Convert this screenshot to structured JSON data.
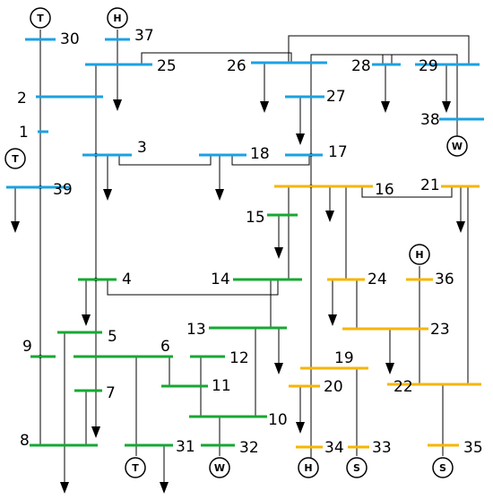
{
  "colors": {
    "blue": "#1ba1e2",
    "yellow": "#f7b500",
    "green": "#16a832",
    "line": "#000000"
  },
  "buses": [
    {
      "id": "b30",
      "label": "30",
      "color": "blue"
    },
    {
      "id": "b37",
      "label": "37",
      "color": "blue"
    },
    {
      "id": "b25",
      "label": "25",
      "color": "blue"
    },
    {
      "id": "b26",
      "label": "26",
      "color": "blue"
    },
    {
      "id": "b28",
      "label": "28",
      "color": "blue"
    },
    {
      "id": "b29",
      "label": "29",
      "color": "blue"
    },
    {
      "id": "b2",
      "label": "2",
      "color": "blue"
    },
    {
      "id": "b27",
      "label": "27",
      "color": "blue"
    },
    {
      "id": "b1",
      "label": "1",
      "color": "blue"
    },
    {
      "id": "b38",
      "label": "38",
      "color": "blue"
    },
    {
      "id": "b3",
      "label": "3",
      "color": "blue"
    },
    {
      "id": "b18",
      "label": "18",
      "color": "blue"
    },
    {
      "id": "b17",
      "label": "17",
      "color": "blue"
    },
    {
      "id": "b39",
      "label": "39",
      "color": "blue"
    },
    {
      "id": "b16",
      "label": "16",
      "color": "yellow"
    },
    {
      "id": "b21",
      "label": "21",
      "color": "yellow"
    },
    {
      "id": "b15",
      "label": "15",
      "color": "green"
    },
    {
      "id": "b4",
      "label": "4",
      "color": "green"
    },
    {
      "id": "b14",
      "label": "14",
      "color": "green"
    },
    {
      "id": "b24",
      "label": "24",
      "color": "yellow"
    },
    {
      "id": "b36",
      "label": "36",
      "color": "yellow"
    },
    {
      "id": "b23",
      "label": "23",
      "color": "yellow"
    },
    {
      "id": "b5",
      "label": "5",
      "color": "green"
    },
    {
      "id": "b13",
      "label": "13",
      "color": "green"
    },
    {
      "id": "b9",
      "label": "9",
      "color": "green"
    },
    {
      "id": "b6",
      "label": "6",
      "color": "green"
    },
    {
      "id": "b12",
      "label": "12",
      "color": "green"
    },
    {
      "id": "b19",
      "label": "19",
      "color": "yellow"
    },
    {
      "id": "b7",
      "label": "7",
      "color": "green"
    },
    {
      "id": "b11",
      "label": "11",
      "color": "green"
    },
    {
      "id": "b20",
      "label": "20",
      "color": "yellow"
    },
    {
      "id": "b22",
      "label": "22",
      "color": "yellow"
    },
    {
      "id": "b10",
      "label": "10",
      "color": "green"
    },
    {
      "id": "b8",
      "label": "8",
      "color": "green"
    },
    {
      "id": "b31",
      "label": "31",
      "color": "green"
    },
    {
      "id": "b32",
      "label": "32",
      "color": "green"
    },
    {
      "id": "b34",
      "label": "34",
      "color": "yellow"
    },
    {
      "id": "b33",
      "label": "33",
      "color": "yellow"
    },
    {
      "id": "b35",
      "label": "35",
      "color": "yellow"
    }
  ],
  "generators": [
    {
      "id": "g30",
      "symbol": "T",
      "type": "thermal-generator-icon"
    },
    {
      "id": "g37",
      "symbol": "H",
      "type": "hydro-generator-icon"
    },
    {
      "id": "g39",
      "symbol": "T",
      "type": "thermal-generator-icon"
    },
    {
      "id": "g38",
      "symbol": "W",
      "type": "wind-generator-icon"
    },
    {
      "id": "g36",
      "symbol": "H",
      "type": "hydro-generator-icon"
    },
    {
      "id": "g31",
      "symbol": "T",
      "type": "thermal-generator-icon"
    },
    {
      "id": "g32",
      "symbol": "W",
      "type": "wind-generator-icon"
    },
    {
      "id": "g34",
      "symbol": "H",
      "type": "hydro-generator-icon"
    },
    {
      "id": "g33",
      "symbol": "S",
      "type": "solar-generator-icon"
    },
    {
      "id": "g35",
      "symbol": "S",
      "type": "solar-generator-icon"
    }
  ]
}
